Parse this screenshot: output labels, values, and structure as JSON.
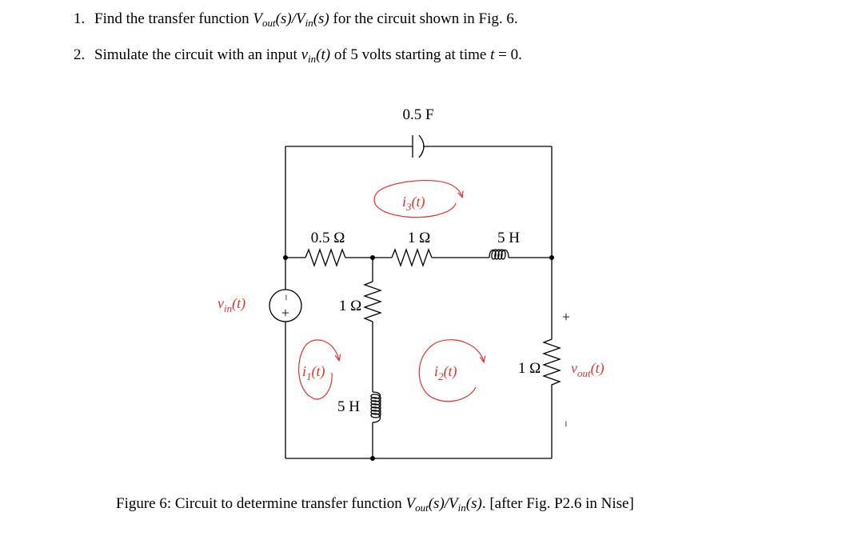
{
  "questions": [
    {
      "number": "1.",
      "text_before": "Find the transfer function ",
      "text_after": " for the circuit shown in Fig. 6."
    },
    {
      "number": "2.",
      "text_before": "Simulate the circuit with an input ",
      "math_time": "v",
      "math_time_sub": "in",
      "math_time_arg": "(t)",
      "text_mid": " of 5 volts starting at time ",
      "math_t": "t",
      "math_eq": " = 0",
      "text_after": "."
    }
  ],
  "tf": {
    "V": "V",
    "out": "out",
    "arg1": "(s)/",
    "in": "in",
    "arg2": "(s)"
  },
  "circuit": {
    "source_label": "v",
    "source_sub": "in",
    "source_arg": "(t)",
    "source_plus": "+",
    "source_minus": "−",
    "capacitor_label": "0.5 F",
    "r_series_label": "0.5 Ω",
    "r_mid_top_label": "1 Ω",
    "l_top_label": "5 H",
    "r_shunt_label": "1 Ω",
    "l_shunt_label": "5 H",
    "r_out_label": "1 Ω",
    "out_plus": "+",
    "out_minus": "−",
    "vout_label": "v",
    "vout_sub": "out",
    "vout_arg": "(t)",
    "i1": {
      "name": "i",
      "sub": "1",
      "arg": "(t)"
    },
    "i2": {
      "name": "i",
      "sub": "2",
      "arg": "(t)"
    },
    "i3": {
      "name": "i",
      "sub": "3",
      "arg": "(t)"
    },
    "loop_color": "#e8312a"
  },
  "caption": {
    "prefix": "Figure 6: Circuit to determine transfer function ",
    "suffix": ". [after Fig. P2.6 in Nise]"
  }
}
